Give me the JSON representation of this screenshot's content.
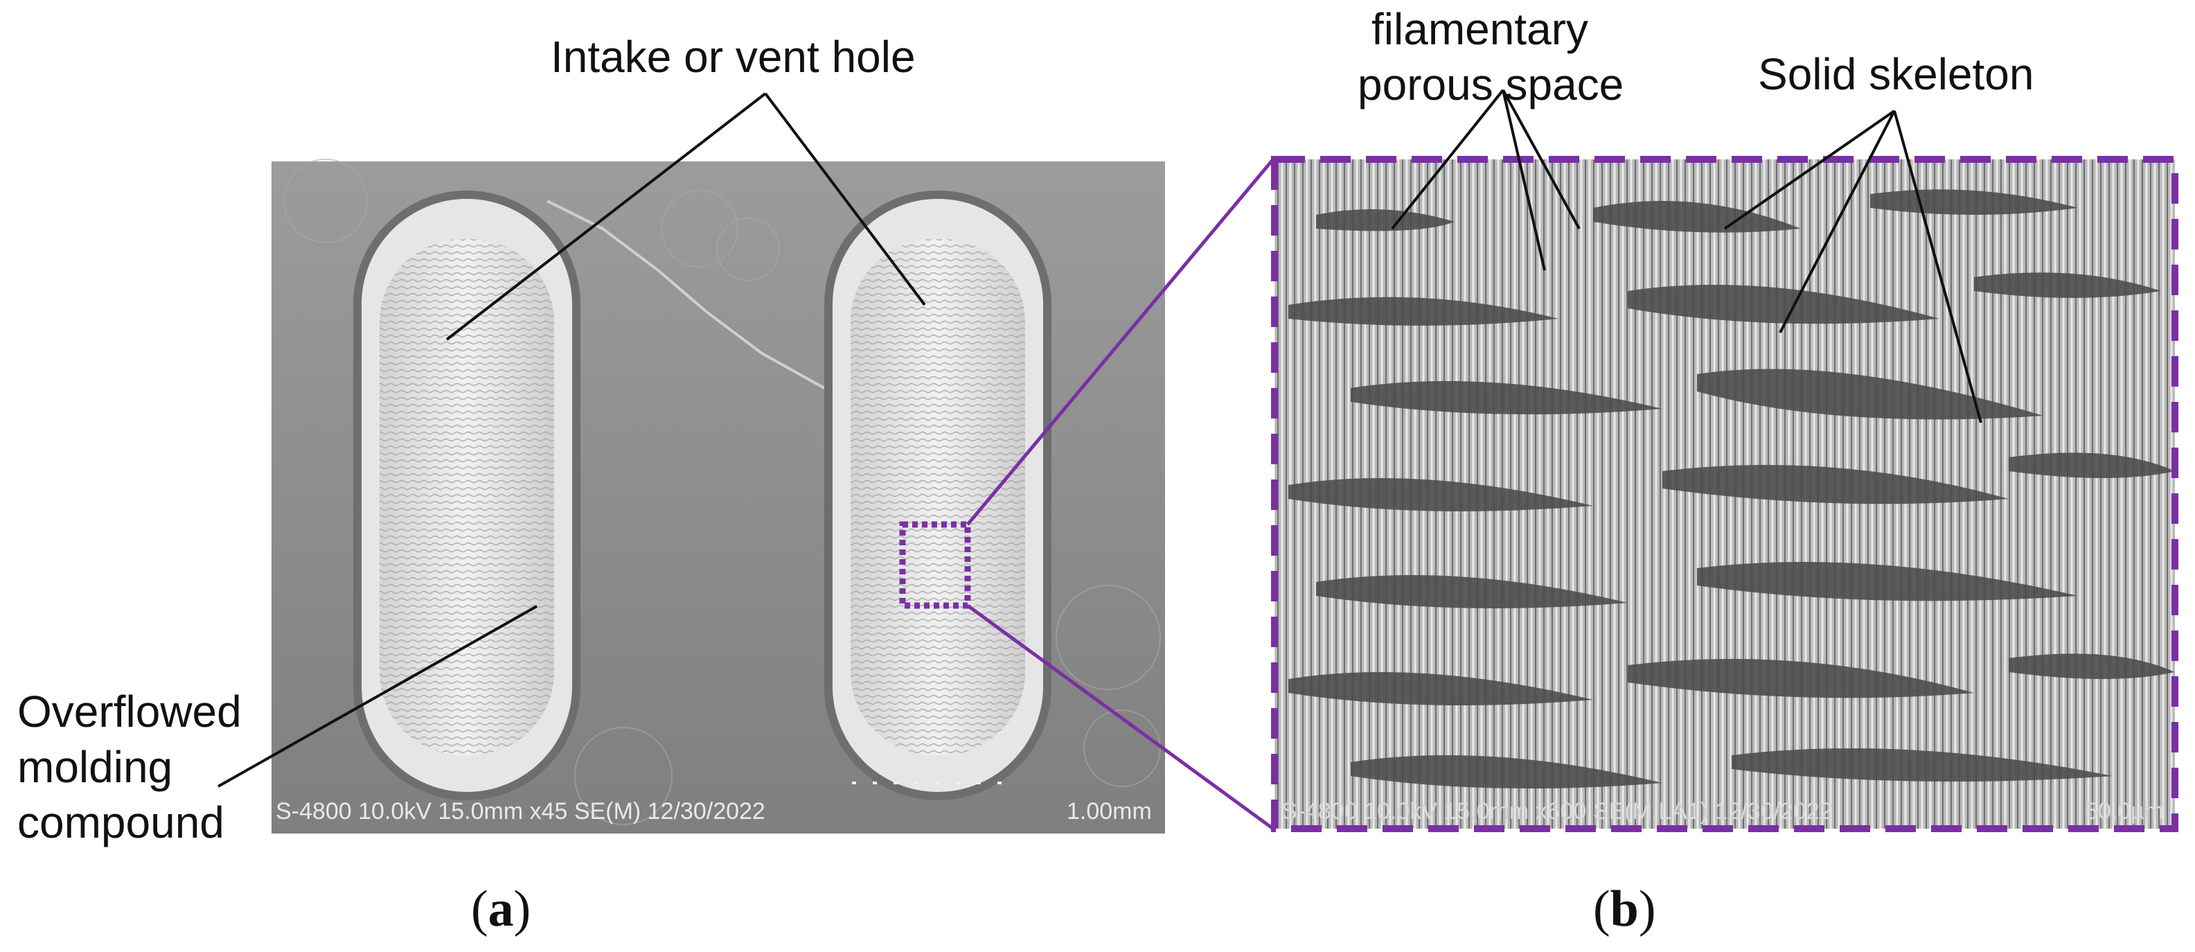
{
  "labels": {
    "intake": "Intake or vent hole",
    "overflow_line1": "Overflowed",
    "overflow_line2": "molding",
    "overflow_line3": "compound",
    "filamentary_line1": "filamentary",
    "filamentary_line2": "porous space",
    "solid": "Solid skeleton"
  },
  "panels": {
    "a": "a",
    "b": "b"
  },
  "sem_a": {
    "info": "S-4800 10.0kV 15.0mm x45 SE(M) 12/30/2022",
    "scale": "1.00mm"
  },
  "sem_b": {
    "info": "S-4800 10.0kV 15.0mm x600 SE(M,LA1) 12/30/2022",
    "scale": "50.0µm"
  },
  "colors": {
    "highlight": "#7b2fa4",
    "sem_background": "#8f8f8f"
  }
}
